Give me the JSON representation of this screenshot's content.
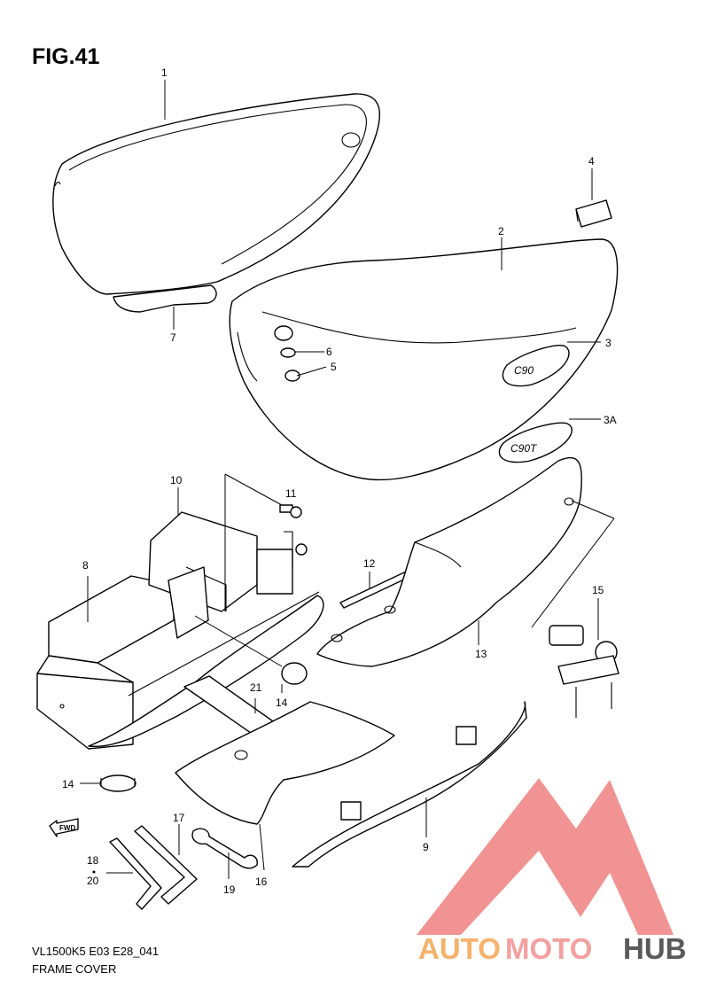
{
  "figure": {
    "title": "FIG.41",
    "model_code": "VL1500K5 E03 E28_041",
    "caption": "FRAME COVER"
  },
  "callouts": [
    {
      "id": "c1",
      "label": "1"
    },
    {
      "id": "c2",
      "label": "2"
    },
    {
      "id": "c3",
      "label": "3"
    },
    {
      "id": "c3a",
      "label": "3A"
    },
    {
      "id": "c4",
      "label": "4"
    },
    {
      "id": "c5",
      "label": "5"
    },
    {
      "id": "c6",
      "label": "6"
    },
    {
      "id": "c7",
      "label": "7"
    },
    {
      "id": "c8",
      "label": "8"
    },
    {
      "id": "c9",
      "label": "9"
    },
    {
      "id": "c10",
      "label": "10"
    },
    {
      "id": "c11",
      "label": "11"
    },
    {
      "id": "c12",
      "label": "12"
    },
    {
      "id": "c13",
      "label": "13"
    },
    {
      "id": "c14a",
      "label": "14"
    },
    {
      "id": "c14b",
      "label": "14"
    },
    {
      "id": "c15",
      "label": "15"
    },
    {
      "id": "c16",
      "label": "16"
    },
    {
      "id": "c17",
      "label": "17"
    },
    {
      "id": "c18",
      "label": "18"
    },
    {
      "id": "c19",
      "label": "19"
    },
    {
      "id": "c20",
      "label": "20"
    },
    {
      "id": "c21",
      "label": "21"
    }
  ],
  "badges": {
    "emblem_text_3": "C90",
    "emblem_text_3a": "C90T",
    "fwd_arrow": "FWD"
  },
  "watermark": {
    "part1": "AUTO",
    "part2": "MOTO",
    "part3": "HUB",
    "color_auto": "#f6b26b",
    "color_moto": "#f4a0a0",
    "color_hub": "#5a5a5a",
    "color_mark": "#f08080"
  }
}
